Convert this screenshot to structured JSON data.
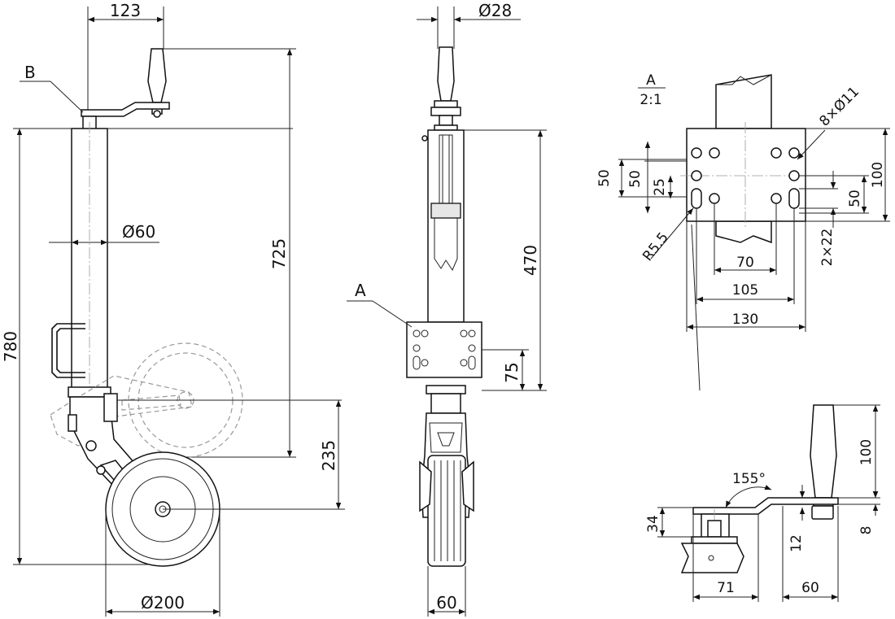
{
  "colors": {
    "line": "#111111",
    "background": "#ffffff",
    "ghost": "#999999",
    "fill": "#e6e6e6"
  },
  "side_view": {
    "dim_crank_offset": "123",
    "dim_tube_dia": "Ø60",
    "dim_overall_height": "780",
    "dim_tube_height": "725",
    "dim_wheel_offset": "235",
    "dim_wheel_dia": "Ø200",
    "label_detail_b": "B"
  },
  "front_view": {
    "dim_handle_dia": "Ø28",
    "dim_stroke": "470",
    "dim_clamp_height": "75",
    "dim_wheel_width": "60",
    "label_detail_a": "A"
  },
  "detail_a": {
    "title": "A",
    "scale": "2:1",
    "dim_holes": "8×Ø11",
    "dim_left_50": "50",
    "dim_inner_50": "50",
    "dim_25": "25",
    "dim_radius": "R5.5",
    "dim_70": "70",
    "dim_105": "105",
    "dim_130": "130",
    "dim_100": "100",
    "dim_right_50": "50",
    "dim_slots": "2×22"
  },
  "detail_b": {
    "dim_angle": "155°",
    "dim_100": "100",
    "dim_34": "34",
    "dim_12": "12",
    "dim_8": "8",
    "dim_71": "71",
    "dim_60": "60"
  }
}
